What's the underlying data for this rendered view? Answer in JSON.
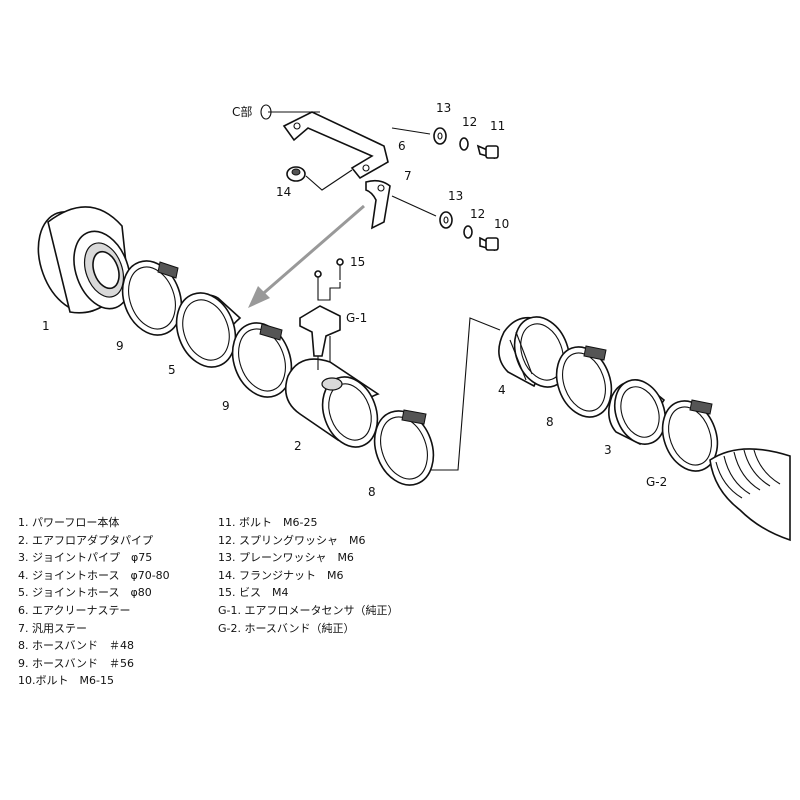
{
  "callouts": {
    "c_part": "C部",
    "n1": "1",
    "n2": "2",
    "n3": "3",
    "n4": "4",
    "n5": "5",
    "n6": "6",
    "n7": "7",
    "n8a": "8",
    "n8b": "8",
    "n9a": "9",
    "n9b": "9",
    "n10": "10",
    "n11": "11",
    "n12a": "12",
    "n12b": "12",
    "n13a": "13",
    "n13b": "13",
    "n14": "14",
    "n15": "15",
    "g1": "G-1",
    "g2": "G-2"
  },
  "parts_list": {
    "left": [
      "1. パワーフロー本体",
      "2. エアフロアダプタパイプ",
      "3. ジョイントパイプ　φ75",
      "4. ジョイントホース　φ70-80",
      "5. ジョイントホース　φ80",
      "6. エアクリーナステー",
      "7. 汎用ステー",
      "8. ホースバンド　＃48",
      "9. ホースバンド　＃56",
      "10.ボルト　M6-15"
    ],
    "right": [
      "11. ボルト　M6-25",
      "12. スプリングワッシャ　M6",
      "13. プレーンワッシャ　M6",
      "14. フランジナット　M6",
      "15. ビス　M4",
      "G-1. エアフロメータセンサ（純正）",
      "G-2. ホースバンド（純正）"
    ]
  }
}
